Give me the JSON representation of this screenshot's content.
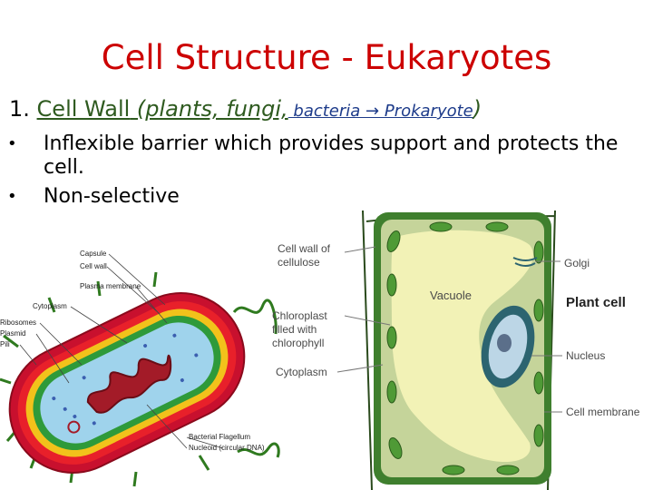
{
  "title": "Cell Structure - Eukaryotes",
  "heading": {
    "number": "1.",
    "term": "Cell Wall",
    "paren_open": " (plants, fungi,",
    "bacteria": " bacteria → Prokaryote",
    "paren_close": ")"
  },
  "bullets": [
    "Inflexible barrier which provides support and protects the cell.",
    "Non-selective"
  ],
  "bullet_symbol": "•",
  "prokaryote_labels": {
    "capsule": "Capsule",
    "cell_wall": "Cell wall",
    "plasma_membrane": "Plasma membrane",
    "cytoplasm": "Cytoplasm",
    "ribosomes": "Ribosomes",
    "plasmid": "Plasmid",
    "pili": "Pili",
    "flagellum": "Bacterial Flagellum",
    "nucleoid": "Nucleoid (circular DNA)"
  },
  "plant_labels": {
    "cell_wall_1": "Cell wall of",
    "cell_wall_2": "cellulose",
    "vacuole": "Vacuole",
    "chloroplast_1": "Chloroplast",
    "chloroplast_2": "filled with",
    "chloroplast_3": "chlorophyll",
    "cytoplasm": "Cytoplasm",
    "golgi": "Golgi",
    "plant_cell": "Plant cell",
    "nucleus": "Nucleus",
    "cell_membrane": "Cell membrane"
  },
  "colors": {
    "title": "#cc0000",
    "heading_green": "#2e5a1f",
    "heading_blue": "#1d3b8a"
  }
}
